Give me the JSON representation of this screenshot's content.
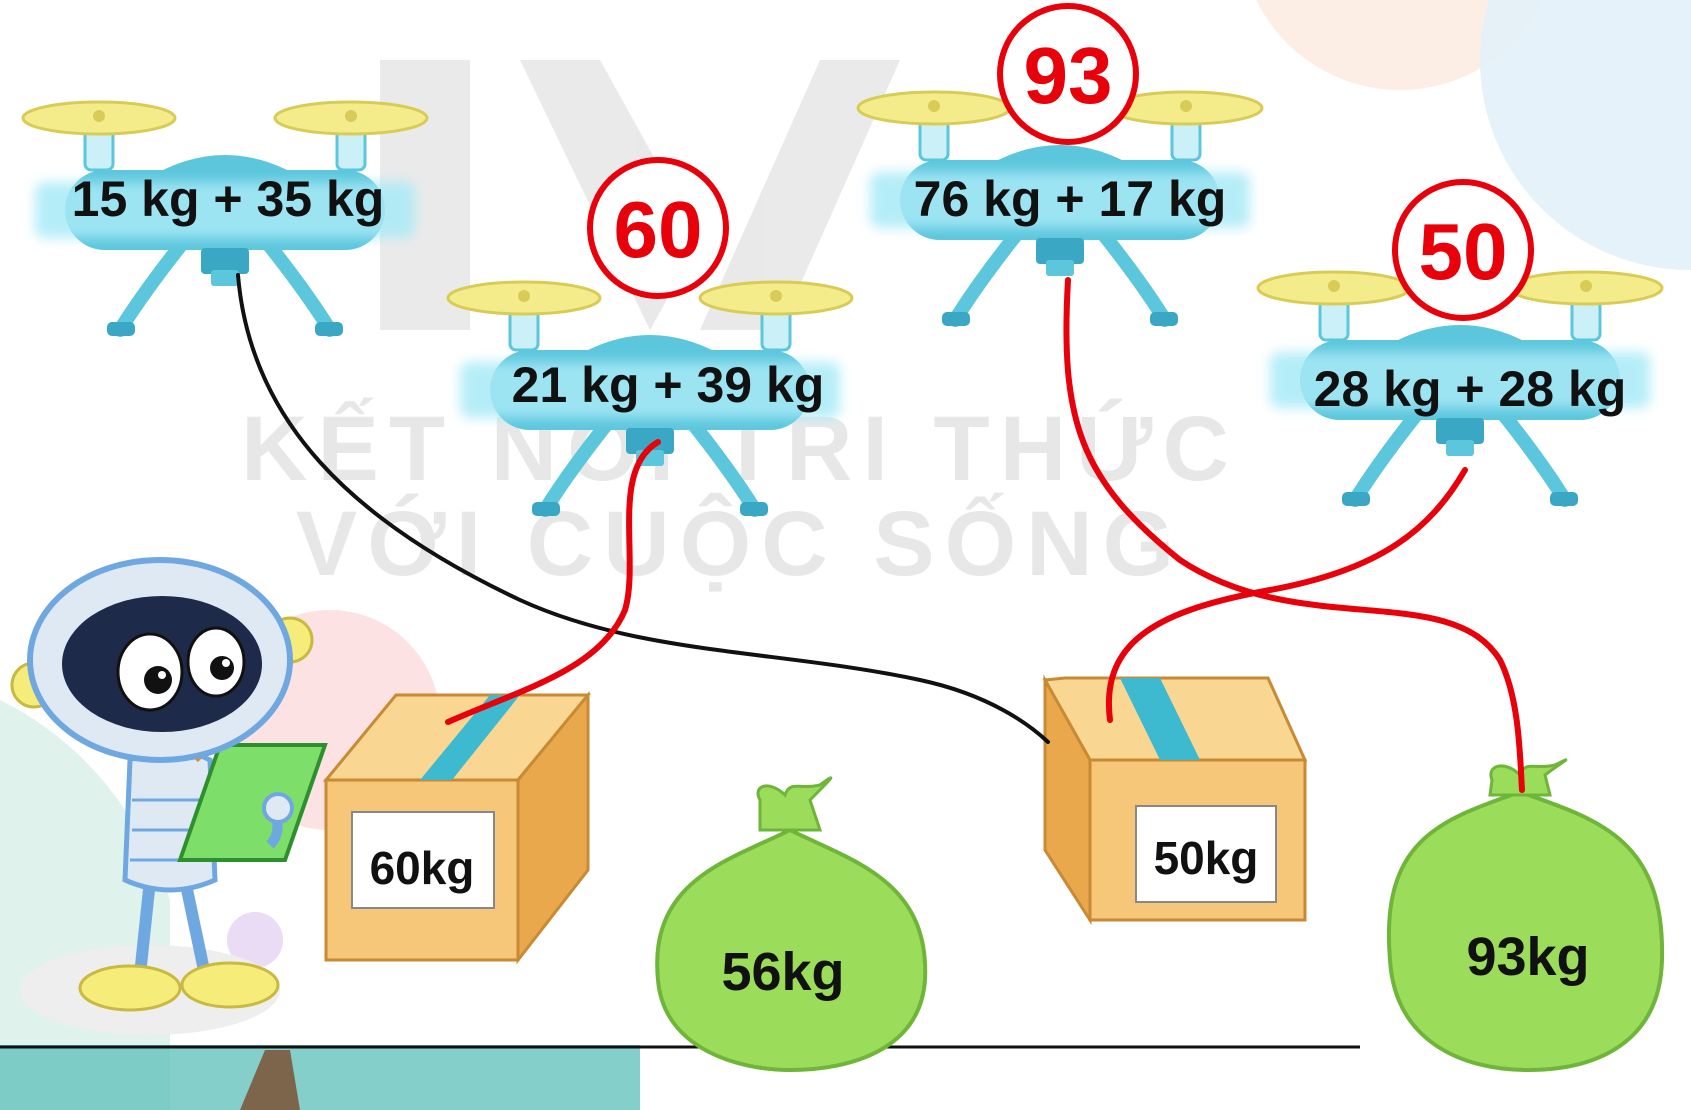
{
  "drones": [
    {
      "id": "d1",
      "expression": "15 kg + 35 kg"
    },
    {
      "id": "d2",
      "expression": "21 kg + 39 kg",
      "answer": "60"
    },
    {
      "id": "d3",
      "expression": "76 kg + 17 kg",
      "answer": "93"
    },
    {
      "id": "d4",
      "expression": "28 kg + 28 kg",
      "answer": "50"
    }
  ],
  "packages": [
    {
      "type": "box",
      "label": "60kg"
    },
    {
      "type": "bag",
      "label": "56kg"
    },
    {
      "type": "box",
      "label": "50kg"
    },
    {
      "type": "bag",
      "label": "93kg"
    }
  ],
  "watermark": {
    "line1": "KẾT NỐI TRI THỨC",
    "line2": "VỚI CUỘC SỐNG"
  },
  "colors": {
    "drone_body": "#5cc6dc",
    "drone_highlight": "#a8eaf7",
    "propeller": "#f4ec8a",
    "answer_circle": "#e8000a",
    "answer_line": "#e8000a",
    "black_line": "#111111",
    "box": "#f6c778",
    "box_side": "#e9a84c",
    "tape": "#3dbad0",
    "bag": "#9bdc5a",
    "bag_dark": "#6fb53a",
    "robot_frame": "#6fa8e0"
  }
}
